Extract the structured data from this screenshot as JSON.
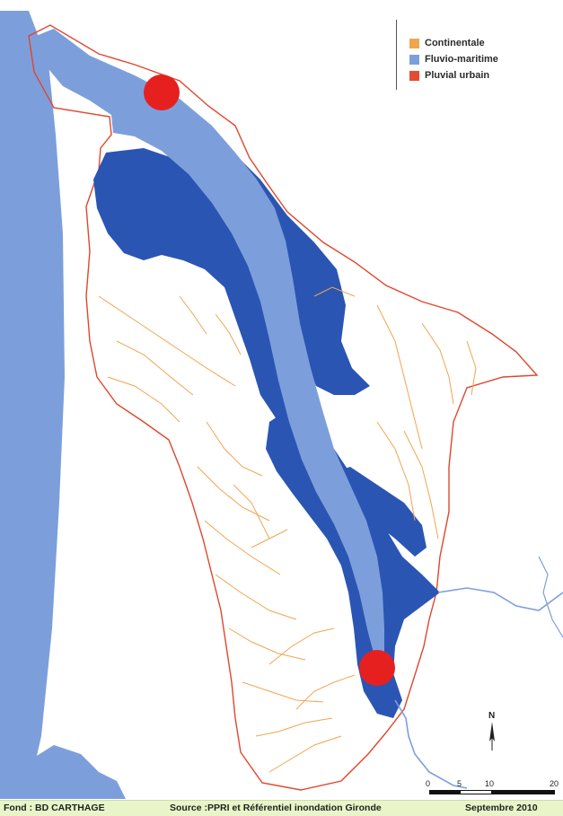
{
  "legend": {
    "items": [
      {
        "label": "Continentale",
        "color": "#f0a550"
      },
      {
        "label": "Fluvio-maritime",
        "color": "#7c9fdc"
      },
      {
        "label": "Pluvial urbain",
        "color": "#e54c2e"
      }
    ]
  },
  "scale": {
    "north": "N",
    "ticks": [
      "0",
      "5",
      "10",
      "20"
    ]
  },
  "footer": {
    "fond": "Fond : BD CARTHAGE",
    "source": "Source :PPRI et Référentiel inondation Gironde",
    "date": "Septembre 2010"
  },
  "colors": {
    "ocean": "#7c9fdc",
    "flood_zone": "#2b55b3",
    "boundary": "#e0462d",
    "rivers": "#f0a550",
    "marker": "#e6201f"
  }
}
